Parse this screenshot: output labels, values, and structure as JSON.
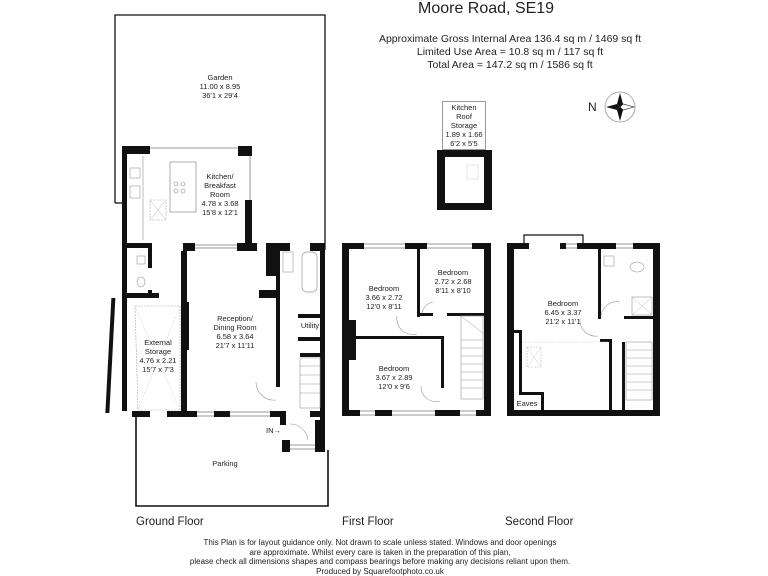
{
  "title": "Moore Road, SE19",
  "areas": {
    "gross": "Approximate Gross Internal Area  136.4 sq m / 1469 sq ft",
    "limited": "Limited Use Area = 10.8 sq m / 117 sq ft",
    "total": "Total Area = 147.2 sq m / 1586 sq ft"
  },
  "compass": {
    "label": "N",
    "icon": "compass-rose-icon"
  },
  "floors": {
    "ground": {
      "label": "Ground Floor",
      "rooms": [
        {
          "name": "Garden",
          "metric": "11.00 x 8.95",
          "imperial": "36'1 x 29'4"
        },
        {
          "name": "Kitchen/ Breakfast Room",
          "line1": "Kitchen/",
          "line2": "Breakfast",
          "line3": "Room",
          "metric": "4.78 x 3.68",
          "imperial": "15'8 x 12'1"
        },
        {
          "name": "Reception/ Dining Room",
          "line1": "Reception/",
          "line2": "Dining Room",
          "metric": "6.58 x 3.64",
          "imperial": "21'7 x 11'11"
        },
        {
          "name": "External Storage",
          "line1": "External",
          "line2": "Storage",
          "metric": "4.76 x 2.21",
          "imperial": "15'7 x 7'3"
        },
        {
          "name": "Utility"
        },
        {
          "name": "Parking"
        }
      ],
      "entrance": "IN"
    },
    "first": {
      "label": "First Floor",
      "rooms": [
        {
          "name": "Bedroom",
          "metric": "3.66 x 2.72",
          "imperial": "12'0 x 8'11"
        },
        {
          "name": "Bedroom",
          "metric": "2.72 x 2.68",
          "imperial": "8'11 x 8'10"
        },
        {
          "name": "Bedroom",
          "metric": "3.67 x 2.89",
          "imperial": "12'0 x 9'6"
        }
      ],
      "roof_storage": {
        "line1": "Kitchen Roof",
        "line2": "Storage",
        "metric": "1.89 x 1.66",
        "imperial": "6'2 x 5'5"
      }
    },
    "second": {
      "label": "Second Floor",
      "rooms": [
        {
          "name": "Bedroom",
          "metric": "6.45 x 3.37",
          "imperial": "21'2 x 11'1"
        },
        {
          "name": "Eaves"
        }
      ]
    }
  },
  "disclaimer": {
    "line1": "This Plan is for layout guidance only. Not drawn to scale unless stated. Windows and door openings",
    "line2": "are approximate. Whilst every care is taken in the preparation of this plan,",
    "line3": "please check all dimensions shapes and compass bearings before making any decisions reliant upon them.",
    "line4": "Produced by Squarefootphoto.co.uk"
  }
}
